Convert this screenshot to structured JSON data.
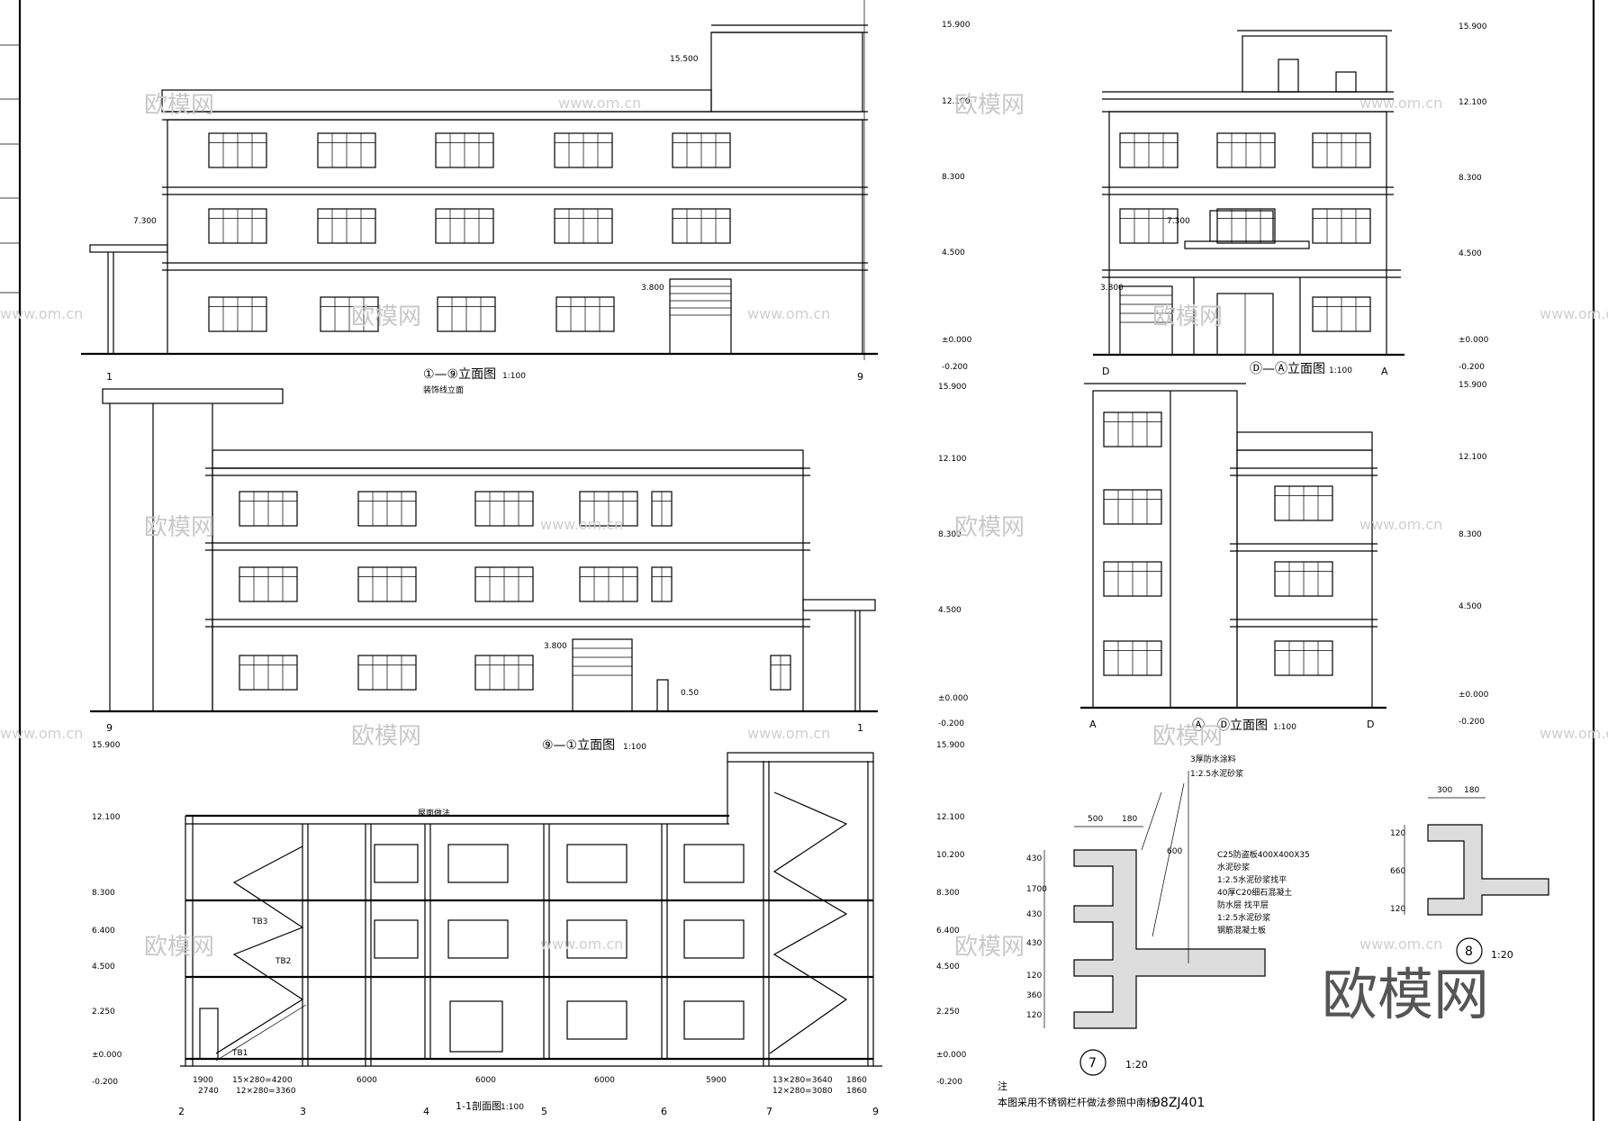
{
  "elevations": {
    "e1": {
      "title": "①—⑨立面图",
      "scale": "1:100",
      "levels": [
        "15.900",
        "12.100",
        "8.300",
        "4.500",
        "±0.000",
        "-0.200"
      ],
      "axis_left": "1",
      "axis_right": "9",
      "level_7300": "7.300",
      "level_3800": "3.800",
      "level_15500": "15.500",
      "sub_note": "装饰线立面"
    },
    "e2": {
      "title": "⑨—①立面图",
      "scale": "1:100",
      "levels": [
        "15.900",
        "12.100",
        "8.300",
        "4.500",
        "±0.000",
        "-0.200"
      ],
      "axis_left": "9",
      "axis_right": "1",
      "level_3800": "3.800",
      "level_050": "0.50"
    },
    "e3": {
      "title": "Ⓓ—Ⓐ立面图",
      "scale": "1:100",
      "levels": [
        "15.900",
        "12.100",
        "8.300",
        "4.500",
        "±0.000",
        "-0.200"
      ],
      "axis_left": "D",
      "axis_right": "A",
      "level_7300": "7.300",
      "level_3800": "3.800"
    },
    "e4": {
      "title": "Ⓐ—Ⓓ立面图",
      "scale": "1:100",
      "levels": [
        "15.900",
        "12.100",
        "8.300",
        "4.500",
        "±0.000",
        "-0.200"
      ],
      "axis_left": "A",
      "axis_right": "D"
    }
  },
  "section": {
    "title": "1-1剖面图",
    "scale": "1:100",
    "levels_left": [
      "15.900",
      "12.100",
      "8.300",
      "6.400",
      "4.500",
      "2.250",
      "±0.000",
      "-0.200"
    ],
    "levels_right": [
      "15.900",
      "12.100",
      "10.200",
      "8.300",
      "6.400",
      "4.500",
      "2.250",
      "±0.000",
      "-0.200"
    ],
    "axes": [
      "2",
      "3",
      "4",
      "5",
      "6",
      "7",
      "9"
    ],
    "dims_bottom": [
      "1900",
      "15×280=4200",
      "6000",
      "6000",
      "6000",
      "5900",
      "13×280=3640",
      "1860"
    ],
    "dims_bottom2": [
      "2740",
      "12×280=3360",
      "12×280=3080",
      "1860"
    ],
    "stair_tags": [
      "TB1",
      "TB2",
      "TB3"
    ],
    "roof_note": "屋面做法"
  },
  "details": {
    "d7_label": "7",
    "d7_scale": "1:20",
    "d7_layers": [
      "C25防盗板400X400X35",
      "水泥砂浆",
      "1:2.5水泥砂浆找平",
      "40厚C20细石混凝土",
      "防水层 找平层",
      "1:2.5水泥砂浆",
      "钢筋混凝土板"
    ],
    "d7_top": [
      "3厚防水涂料",
      "1:2.5水泥砂浆"
    ],
    "d7_dims": [
      "500",
      "180",
      "600",
      "430",
      "1700",
      "430",
      "430",
      "120",
      "360",
      "120"
    ],
    "d8_label": "8",
    "d8_scale": "1:20",
    "d8_dims": [
      "300",
      "180",
      "120",
      "660",
      "120"
    ]
  },
  "note": {
    "heading": "注",
    "text": "本图采用不锈钢栏杆做法参照中南标",
    "code": "98ZJ401"
  },
  "watermarks": {
    "cn": "欧模网",
    "url": "www.om.cn",
    "brand_big": "欧模网"
  }
}
